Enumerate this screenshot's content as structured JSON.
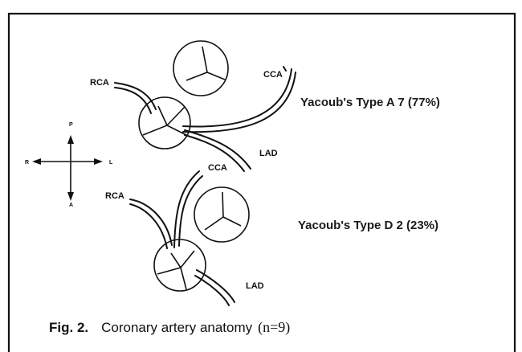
{
  "labels": {
    "rca_top": "RCA",
    "cca_top": "CCA",
    "lad_top": "LAD",
    "rca_bottom": "RCA",
    "cca_bottom": "CCA",
    "lad_bottom": "LAD"
  },
  "orientation": {
    "posterior": "P",
    "anterior": "A",
    "right": "R",
    "left": "L"
  },
  "types": {
    "type_a": "Yacoub's Type A  7 (77%)",
    "type_d": "Yacoub's Type D  2 (23%)"
  },
  "caption": {
    "fig": "Fig. 2.",
    "text": "Coronary artery anatomy",
    "n": "(n=9)"
  }
}
